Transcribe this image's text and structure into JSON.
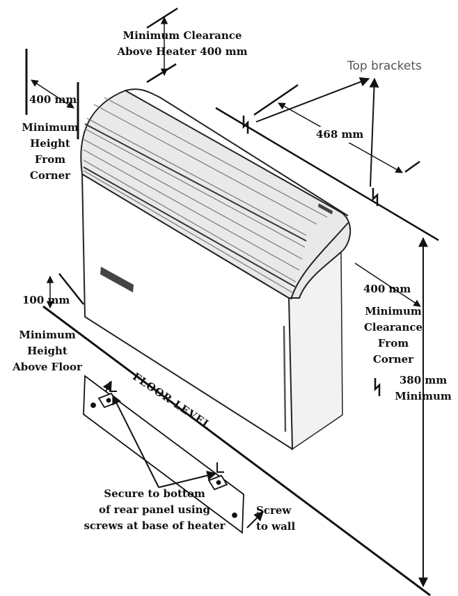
{
  "labels": {
    "clearance_above": [
      "Minimum Clearance",
      "Above Heater  400 mm"
    ],
    "top_brackets": "Top brackets",
    "corner_400": "400 mm",
    "min_height_corner": [
      "Minimum",
      "Height",
      "From",
      "Corner"
    ],
    "bracket_spacing": "468 mm",
    "height_100": "100 mm",
    "min_height_floor": [
      "Minimum",
      "Height",
      "Above Floor"
    ],
    "floor_level": "FLOOR LEVEL",
    "right_400": "400 mm",
    "min_clearance_corner": [
      "Minimum",
      "Clearance",
      "From",
      "Corner"
    ],
    "min_380": [
      "380 mm",
      "Minimum"
    ],
    "secure_note": [
      "Secure to bottom",
      "of rear panel using",
      "screws at base of heater"
    ],
    "screw_wall": [
      "Screw",
      "to wall"
    ]
  }
}
